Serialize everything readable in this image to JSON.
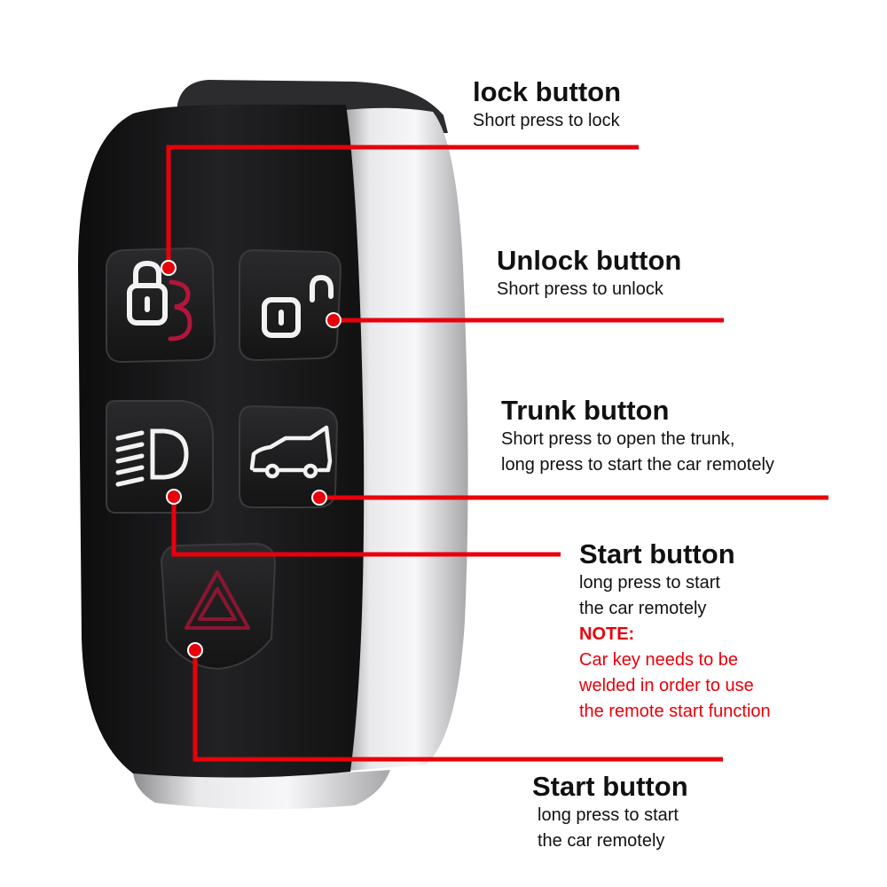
{
  "colors": {
    "callout_red": "#e8000b",
    "key_body": "#1a1a1c",
    "chrome": "#c9c9cc",
    "icon_white": "#f2f2f2",
    "icon_red": "#b3163a"
  },
  "icons": [
    "lock-icon",
    "unlock-icon",
    "headlight-icon",
    "trunk-car-icon",
    "hazard-icon"
  ],
  "callouts": {
    "lock": {
      "title": "lock button",
      "lines": [
        "Short press to lock"
      ]
    },
    "unlock": {
      "title": "Unlock button",
      "lines": [
        "Short press to unlock"
      ]
    },
    "trunk": {
      "title": "Trunk button",
      "lines": [
        "Short press to open the trunk,",
        "long press to start the car remotely"
      ]
    },
    "start_light": {
      "title": "Start button",
      "lines": [
        "long press to start",
        "the car remotely"
      ],
      "note_title": "NOTE:",
      "note_lines": [
        "Car key needs to be",
        "welded in order to use",
        "the remote start function"
      ]
    },
    "start_hazard": {
      "title": "Start button",
      "lines": [
        "long press to start",
        "the car remotely"
      ]
    }
  }
}
